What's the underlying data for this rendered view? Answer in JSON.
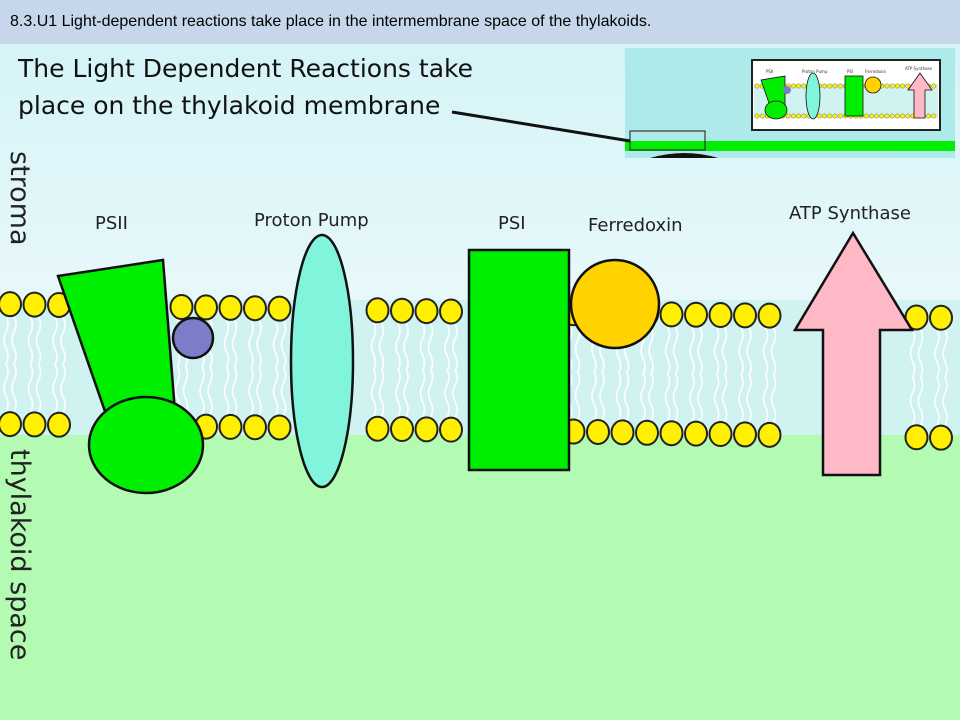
{
  "header": {
    "objective": "8.3.U1 Light-dependent reactions take place in the intermembrane space of the thylakoids."
  },
  "diagram": {
    "title_line1": "The Light Dependent Reactions take",
    "title_line2": "place on the thylakoid membrane",
    "regions": {
      "stroma": "stroma",
      "lumen": "thylakoid space"
    },
    "components": {
      "psii": "PSII",
      "proton_pump": "Proton Pump",
      "psi": "PSI",
      "ferredoxin": "Ferredoxin",
      "atp_synthase": "ATP Synthase"
    },
    "inset": {
      "labels": [
        "PSII",
        "Proton Pump",
        "PSI",
        "Ferredoxin",
        "ATP Synthase"
      ]
    },
    "colors": {
      "stroma": "#dff3f6",
      "lumen": "#b3fbb2",
      "membrane_core": "#d0f2f0",
      "phospholipid_head": "#fef000",
      "psii": "#00ee00",
      "plastoquinone": "#7b7dc8",
      "proton_pump": "#80f5dc",
      "psi": "#00ee00",
      "ferredoxin": "#ffd200",
      "atp_synthase": "#ffb8c6"
    }
  }
}
